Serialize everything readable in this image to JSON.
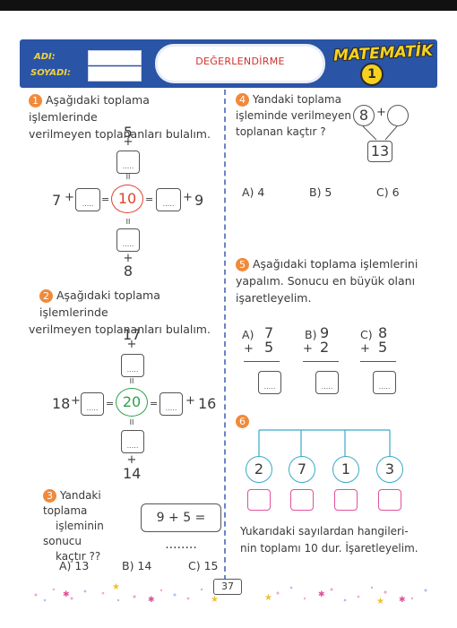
{
  "header": {
    "name_label": "ADI:",
    "surname_label": "SOYADI:",
    "title": "DEĞERLENDİRME",
    "subject": "MATEMATİK",
    "grade": "1"
  },
  "q1": {
    "number": "1",
    "text_line1": "Aşağıdaki toplama işlemlerinde",
    "text_line2": "verilmeyen toplananları bulalım.",
    "top": "5",
    "left": "7",
    "center": "10",
    "right": "9",
    "bottom": "8",
    "plus": "+",
    "eq": "=",
    "eq_v": "II",
    "blank": "....."
  },
  "q2": {
    "number": "2",
    "text_line1": "Aşağıdaki toplama işlemlerinde",
    "text_line2": "verilmeyen toplananları bulalım.",
    "top": "17",
    "left": "18",
    "center": "20",
    "right": "16",
    "bottom": "14"
  },
  "q3": {
    "number": "3",
    "text_line1": "Yandaki toplama",
    "text_line2": "işleminin sonucu",
    "text_line3": "kaçtır ??",
    "expression": "9 + 5 = ........",
    "options": [
      "A) 13",
      "B) 14",
      "C) 15"
    ]
  },
  "q4": {
    "number": "4",
    "text_line1": "Yandaki toplama",
    "text_line2": "işleminde verilmeyen",
    "text_line3": "toplanan kaçtır ?",
    "given": "8",
    "result": "13",
    "options": [
      "A) 4",
      "B) 5",
      "C) 6"
    ]
  },
  "q5": {
    "number": "5",
    "text_line1": "Aşağıdaki toplama işlemlerini",
    "text_line2": "yapalım. Sonucu en büyük olanı",
    "text_line3": "işaretleyelim.",
    "problems": [
      {
        "label": "A)",
        "a": "7",
        "b": "5"
      },
      {
        "label": "B)",
        "a": "9",
        "b": "2"
      },
      {
        "label": "C)",
        "a": "8",
        "b": "5"
      }
    ]
  },
  "q6": {
    "number": "6",
    "numbers": [
      "2",
      "7",
      "1",
      "3"
    ],
    "text_line1": "Yukarıdaki sayılardan hangileri-",
    "text_line2": "nin toplamı 10 dur. İşaretleyelim."
  },
  "footer": {
    "page": "37"
  }
}
